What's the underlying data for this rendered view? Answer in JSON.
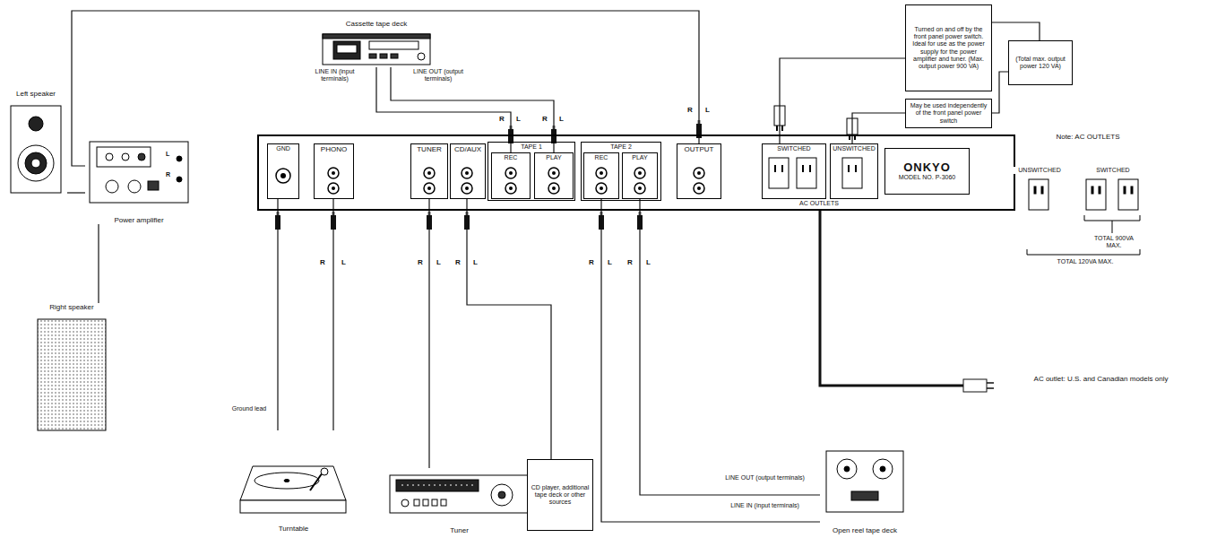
{
  "diagram": {
    "nodes": [
      {
        "text": [
          "Left speaker"
        ]
      },
      {
        "text": [
          "Power amplifier"
        ]
      },
      {
        "text": [
          "Cassette tape deck"
        ]
      },
      {
        "text": [
          "Turned on and off by the front panel power switch. Ideal for use as the power supply for the power amplifier and tuner. (Max. output power 900 VA)"
        ]
      },
      {
        "text": [
          "May be used independently of the front panel power switch"
        ]
      },
      {
        "text": [
          "(Total max. output power 120 VA)"
        ]
      },
      {
        "text": [
          "ONKYO",
          "MODEL NO. P-3060"
        ]
      },
      {
        "text": [
          "GND"
        ],
        "in": 6
      },
      {
        "text": [
          "PHONO"
        ],
        "in": 6
      },
      {
        "text": [
          "TUNER"
        ],
        "in": 6
      },
      {
        "text": [
          "CD/AUX"
        ],
        "in": 6
      },
      {
        "text": [
          "TAPE 1"
        ],
        "in": 6
      },
      {
        "text": [
          "REC"
        ],
        "in": 11
      },
      {
        "text": [
          "PLAY"
        ],
        "in": 11
      },
      {
        "text": [
          "TAPE 2"
        ],
        "in": 6
      },
      {
        "text": [
          "REC"
        ],
        "in": 14
      },
      {
        "text": [
          "PLAY"
        ],
        "in": 14
      },
      {
        "text": [
          "OUTPUT"
        ],
        "in": 6
      },
      {
        "text": [
          "SWITCHED"
        ],
        "in": 6
      },
      {
        "text": [
          "UNSWITCHED"
        ],
        "in": 6
      },
      {
        "text": [
          "Note: AC OUTLETS"
        ]
      },
      {
        "text": [
          "Right speaker"
        ]
      },
      {
        "text": [
          "Turntable"
        ]
      },
      {
        "text": [
          "Tuner"
        ]
      },
      {
        "text": [
          "CD player, additional tape deck or other sources"
        ]
      },
      {
        "text": [
          "Open reel tape deck"
        ]
      }
    ],
    "edges": [
      {
        "from": 2,
        "to": 12,
        "arrow": "none"
      },
      {
        "from": 2,
        "to": 13,
        "arrow": "none"
      },
      {
        "from": 17,
        "to": 1,
        "arrow": "none"
      },
      {
        "from": 1,
        "to": 0,
        "arrow": "none"
      },
      {
        "from": 1,
        "to": 21,
        "arrow": "none"
      },
      {
        "from": 22,
        "to": 8,
        "arrow": "none"
      },
      {
        "from": 22,
        "to": 7,
        "arrow": "none"
      },
      {
        "from": 23,
        "to": 9,
        "arrow": "none"
      },
      {
        "from": 24,
        "to": 10,
        "arrow": "none"
      },
      {
        "from": 25,
        "to": 15,
        "arrow": "none"
      },
      {
        "from": 25,
        "to": 16,
        "arrow": "none"
      },
      {
        "from": 18,
        "to": 3,
        "arrow": "none"
      },
      {
        "from": 19,
        "to": 4,
        "arrow": "none"
      },
      {
        "from": 3,
        "to": 5,
        "arrow": "none"
      },
      {
        "from": 4,
        "to": 5,
        "arrow": "none"
      }
    ],
    "labels": [
      "LINE IN (input terminals)",
      "LINE OUT (output terminals)",
      "R",
      "L",
      "R",
      "L",
      "R",
      "L",
      "L",
      "R",
      "Ground lead",
      "R",
      "L",
      "R",
      "L",
      "R",
      "L",
      "R",
      "L",
      "R",
      "L",
      "LINE OUT (output terminals)",
      "LINE IN (input terminals)",
      "AC OUTLETS",
      "UNSWITCHED",
      "SWITCHED",
      "TOTAL 900VA MAX.",
      "TOTAL 120VA MAX.",
      "AC outlet: U.S. and Canadian models only"
    ]
  }
}
